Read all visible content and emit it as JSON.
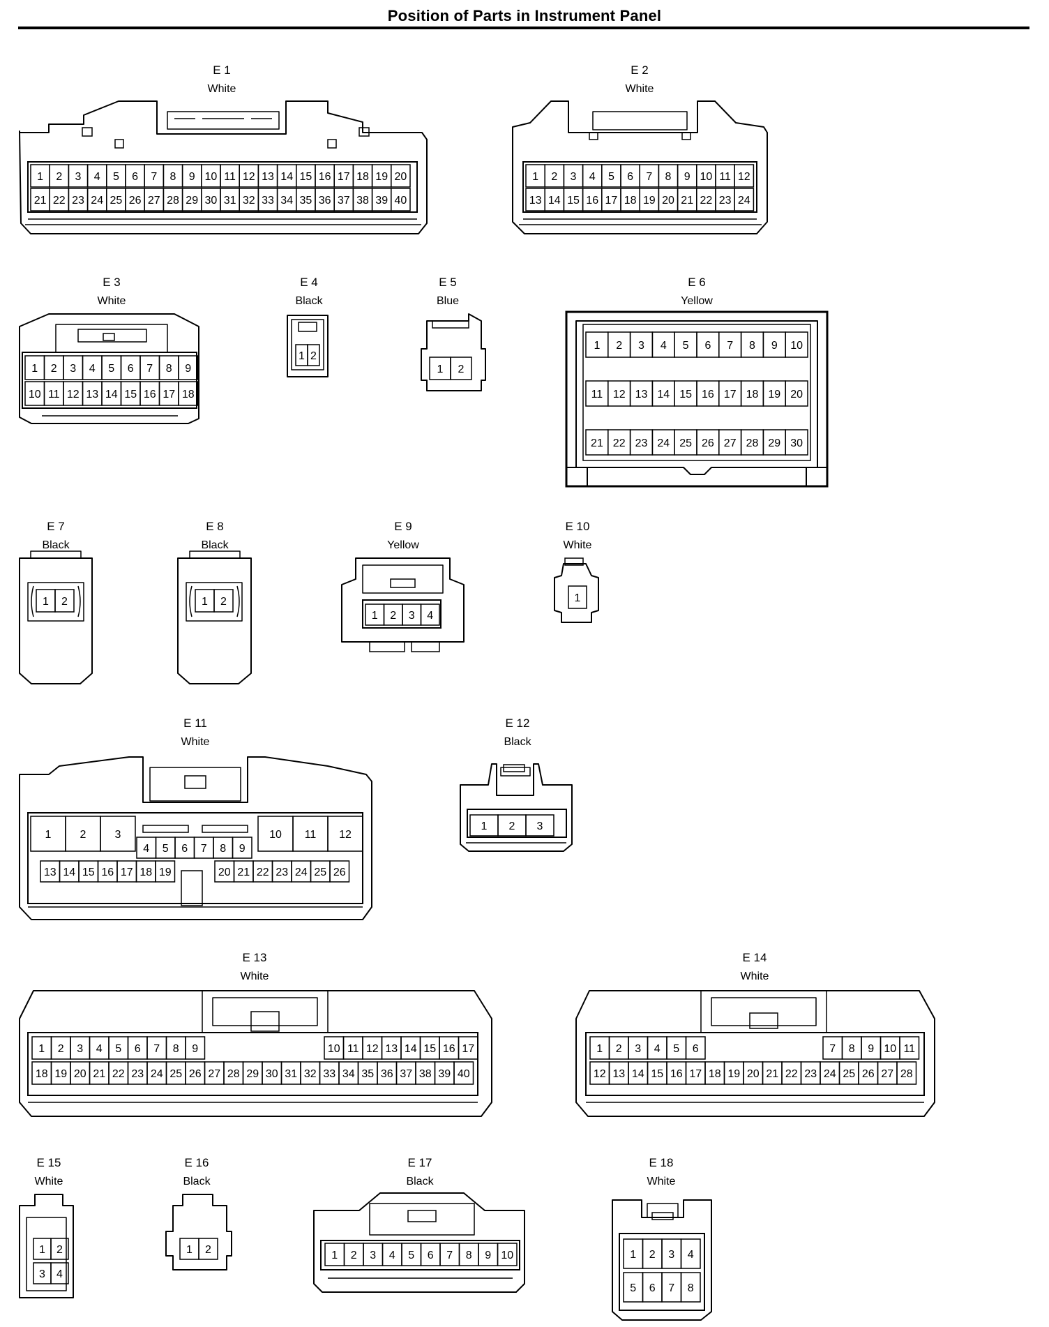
{
  "title": "Position of Parts in Instrument Panel",
  "connectors": [
    {
      "id": "E 1",
      "color": "White",
      "rows": [
        [
          "1",
          "2",
          "3",
          "4",
          "5",
          "6",
          "7",
          "8",
          "9",
          "10",
          "11",
          "12",
          "13",
          "14",
          "15",
          "16",
          "17",
          "18",
          "19",
          "20"
        ],
        [
          "21",
          "22",
          "23",
          "24",
          "25",
          "26",
          "27",
          "28",
          "29",
          "30",
          "31",
          "32",
          "33",
          "34",
          "35",
          "36",
          "37",
          "38",
          "39",
          "40"
        ]
      ]
    },
    {
      "id": "E 2",
      "color": "White",
      "rows": [
        [
          "1",
          "2",
          "3",
          "4",
          "5",
          "6",
          "7",
          "8",
          "9",
          "10",
          "11",
          "12"
        ],
        [
          "13",
          "14",
          "15",
          "16",
          "17",
          "18",
          "19",
          "20",
          "21",
          "22",
          "23",
          "24"
        ]
      ]
    },
    {
      "id": "E 3",
      "color": "White",
      "rows": [
        [
          "1",
          "2",
          "3",
          "4",
          "5",
          "6",
          "7",
          "8",
          "9"
        ],
        [
          "10",
          "11",
          "12",
          "13",
          "14",
          "15",
          "16",
          "17",
          "18"
        ]
      ]
    },
    {
      "id": "E 4",
      "color": "Black",
      "rows": [
        [
          "1",
          "2"
        ]
      ]
    },
    {
      "id": "E 5",
      "color": "Blue",
      "rows": [
        [
          "1",
          "2"
        ]
      ]
    },
    {
      "id": "E 6",
      "color": "Yellow",
      "rows": [
        [
          "1",
          "2",
          "3",
          "4",
          "5",
          "6",
          "7",
          "8",
          "9",
          "10"
        ],
        [
          "11",
          "12",
          "13",
          "14",
          "15",
          "16",
          "17",
          "18",
          "19",
          "20"
        ],
        [
          "21",
          "22",
          "23",
          "24",
          "25",
          "26",
          "27",
          "28",
          "29",
          "30"
        ]
      ]
    },
    {
      "id": "E 7",
      "color": "Black",
      "rows": [
        [
          "1",
          "2"
        ]
      ]
    },
    {
      "id": "E 8",
      "color": "Black",
      "rows": [
        [
          "1",
          "2"
        ]
      ]
    },
    {
      "id": "E 9",
      "color": "Yellow",
      "rows": [
        [
          "1",
          "2",
          "3",
          "4"
        ]
      ]
    },
    {
      "id": "E 10",
      "color": "White",
      "rows": [
        [
          "1"
        ]
      ]
    },
    {
      "id": "E 11",
      "color": "White",
      "rows": [
        [
          "1",
          "2",
          "3",
          "10",
          "11",
          "12"
        ],
        [
          "4",
          "5",
          "6",
          "7",
          "8",
          "9"
        ],
        [
          "13",
          "14",
          "15",
          "16",
          "17",
          "18",
          "19",
          "20",
          "21",
          "22",
          "23",
          "24",
          "25",
          "26"
        ]
      ]
    },
    {
      "id": "E 12",
      "color": "Black",
      "rows": [
        [
          "1",
          "2",
          "3"
        ]
      ]
    },
    {
      "id": "E 13",
      "color": "White",
      "rows": [
        [
          "1",
          "2",
          "3",
          "4",
          "5",
          "6",
          "7",
          "8",
          "9",
          "10",
          "11",
          "12",
          "13",
          "14",
          "15",
          "16",
          "17"
        ],
        [
          "18",
          "19",
          "20",
          "21",
          "22",
          "23",
          "24",
          "25",
          "26",
          "27",
          "28",
          "29",
          "30",
          "31",
          "32",
          "33",
          "34",
          "35",
          "36",
          "37",
          "38",
          "39",
          "40"
        ]
      ]
    },
    {
      "id": "E 14",
      "color": "White",
      "rows": [
        [
          "1",
          "2",
          "3",
          "4",
          "5",
          "6",
          "7",
          "8",
          "9",
          "10",
          "11"
        ],
        [
          "12",
          "13",
          "14",
          "15",
          "16",
          "17",
          "18",
          "19",
          "20",
          "21",
          "22",
          "23",
          "24",
          "25",
          "26",
          "27",
          "28"
        ]
      ]
    },
    {
      "id": "E 15",
      "color": "White",
      "rows": [
        [
          "1",
          "2"
        ],
        [
          "3",
          "4"
        ]
      ]
    },
    {
      "id": "E 16",
      "color": "Black",
      "rows": [
        [
          "1",
          "2"
        ]
      ]
    },
    {
      "id": "E 17",
      "color": "Black",
      "rows": [
        [
          "1",
          "2",
          "3",
          "4",
          "5",
          "6",
          "7",
          "8",
          "9",
          "10"
        ]
      ]
    },
    {
      "id": "E 18",
      "color": "White",
      "rows": [
        [
          "1",
          "2",
          "3",
          "4"
        ],
        [
          "5",
          "6",
          "7",
          "8"
        ]
      ]
    }
  ]
}
